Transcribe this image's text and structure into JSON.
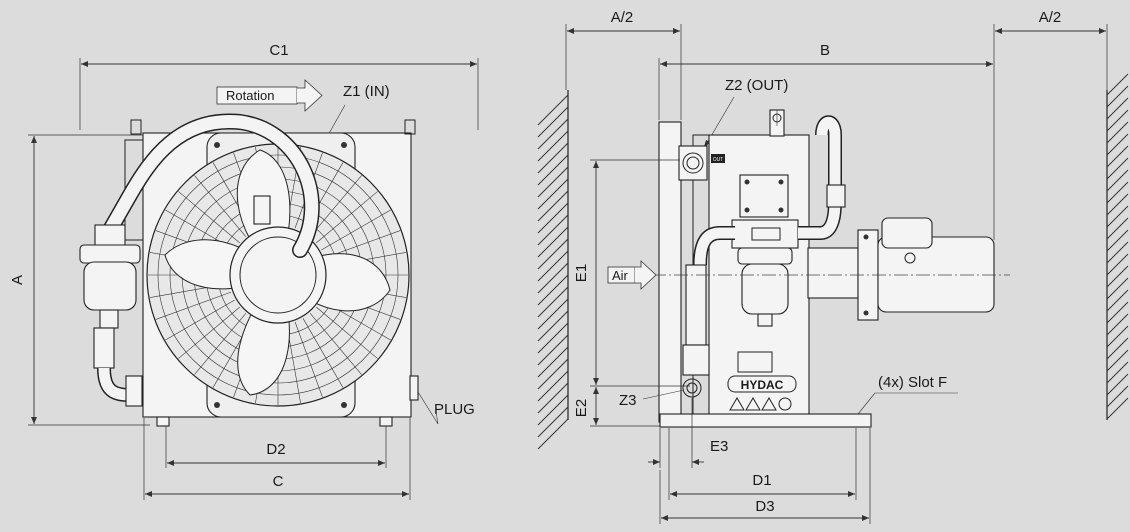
{
  "labels": {
    "c1": "C1",
    "rotation": "Rotation",
    "z1": "Z1 (IN)",
    "a": "A",
    "d2": "D2",
    "c": "C",
    "plug": "PLUG",
    "a_half_left": "A/2",
    "a_half_right": "A/2",
    "b": "B",
    "z2": "Z2 (OUT)",
    "air": "Air",
    "e1": "E1",
    "e2": "E2",
    "z3": "Z3",
    "e3": "E3",
    "slot": "(4x) Slot F",
    "d1": "D1",
    "d3": "D3",
    "hydac": "HYDAC",
    "out_tag": "OUT"
  },
  "colors": {
    "background": "#dcdcdc",
    "line": "#222222",
    "body_fill": "#f4f4f4"
  }
}
